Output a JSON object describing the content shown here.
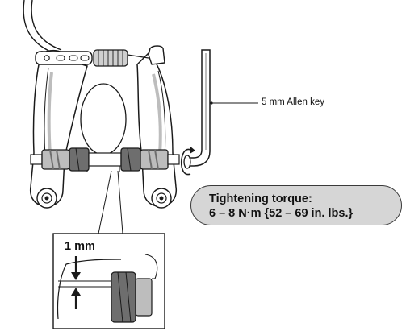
{
  "labels": {
    "allen_key": "5 mm Allen key",
    "torque_title": "Tightening torque:",
    "torque_value": "6 – 8 N·m {52 – 69 in. lbs.}",
    "pad_gap": "1 mm"
  },
  "colors": {
    "line": "#1a1a1a",
    "shade": "#bdbdbd",
    "dark_shade": "#6e6e6e",
    "box_fill": "#d6d6d6"
  }
}
